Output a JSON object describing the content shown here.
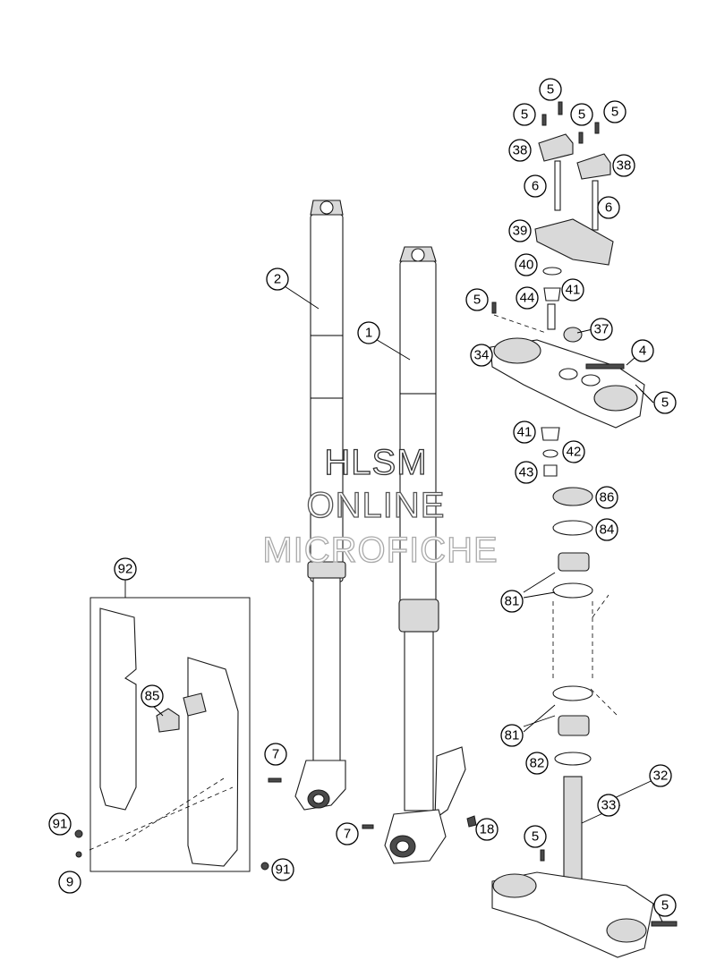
{
  "watermark": {
    "line1": "HLSM",
    "line2": "ONLINE",
    "line3": "MICROFICHE"
  },
  "callouts": {
    "c1": "1",
    "c2": "2",
    "c4": "4",
    "c5a": "5",
    "c5b": "5",
    "c5c": "5",
    "c5d": "5",
    "c5e": "5",
    "c5f": "5",
    "c5g": "5",
    "c5h": "5",
    "c6a": "6",
    "c6b": "6",
    "c7a": "7",
    "c7b": "7",
    "c9": "9",
    "c18": "18",
    "c32": "32",
    "c33": "33",
    "c34": "34",
    "c37": "37",
    "c38a": "38",
    "c38b": "38",
    "c39": "39",
    "c40": "40",
    "c41a": "41",
    "c41b": "41",
    "c42": "42",
    "c43": "43",
    "c44": "44",
    "c81a": "81",
    "c81b": "81",
    "c82": "82",
    "c84": "84",
    "c85": "85",
    "c86": "86",
    "c91a": "91",
    "c91b": "91",
    "c92": "92"
  },
  "colors": {
    "line": "#1a1a1a",
    "background": "#ffffff",
    "watermark_outline_1": "#333333",
    "watermark_outline_2": "#555555",
    "watermark_outline_3": "#aaaaaa"
  }
}
